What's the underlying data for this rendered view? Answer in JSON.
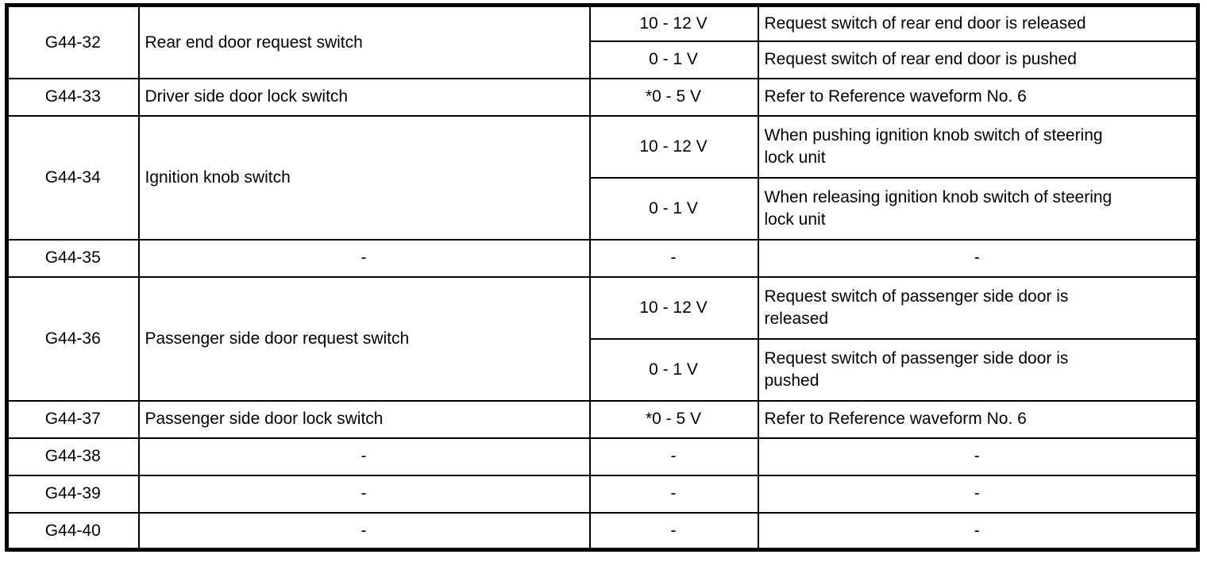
{
  "table": {
    "rows": [
      {
        "terminal": "G44-32",
        "description": "Rear end door request switch",
        "sub": [
          {
            "voltage": "10 - 12 V",
            "condition": "Request switch of rear end door is released"
          },
          {
            "voltage": "0 - 1 V",
            "condition": "Request switch of rear end door is pushed"
          }
        ]
      },
      {
        "terminal": "G44-33",
        "description": "Driver side door lock switch",
        "sub": [
          {
            "voltage": "*0 - 5 V",
            "condition": "Refer to Reference waveform No. 6"
          }
        ]
      },
      {
        "terminal": "G44-34",
        "description": "Ignition knob switch",
        "sub": [
          {
            "voltage": "10 - 12 V",
            "condition": "When pushing ignition knob switch of steering\nlock unit"
          },
          {
            "voltage": "0 - 1 V",
            "condition": "When releasing ignition knob switch of steering\nlock unit"
          }
        ]
      },
      {
        "terminal": "G44-35",
        "description": "-",
        "sub": [
          {
            "voltage": "-",
            "condition": "-"
          }
        ]
      },
      {
        "terminal": "G44-36",
        "description": "Passenger side door request switch",
        "sub": [
          {
            "voltage": "10 - 12 V",
            "condition": "Request switch of passenger side door is\nreleased"
          },
          {
            "voltage": "0 - 1 V",
            "condition": "Request switch of passenger side door is\npushed"
          }
        ]
      },
      {
        "terminal": "G44-37",
        "description": "Passenger side door lock switch",
        "sub": [
          {
            "voltage": "*0 - 5 V",
            "condition": "Refer to Reference waveform No. 6"
          }
        ]
      },
      {
        "terminal": "G44-38",
        "description": "-",
        "sub": [
          {
            "voltage": "-",
            "condition": "-"
          }
        ]
      },
      {
        "terminal": "G44-39",
        "description": "-",
        "sub": [
          {
            "voltage": "-",
            "condition": "-"
          }
        ]
      },
      {
        "terminal": "G44-40",
        "description": "-",
        "sub": [
          {
            "voltage": "-",
            "condition": "-"
          }
        ]
      }
    ]
  }
}
